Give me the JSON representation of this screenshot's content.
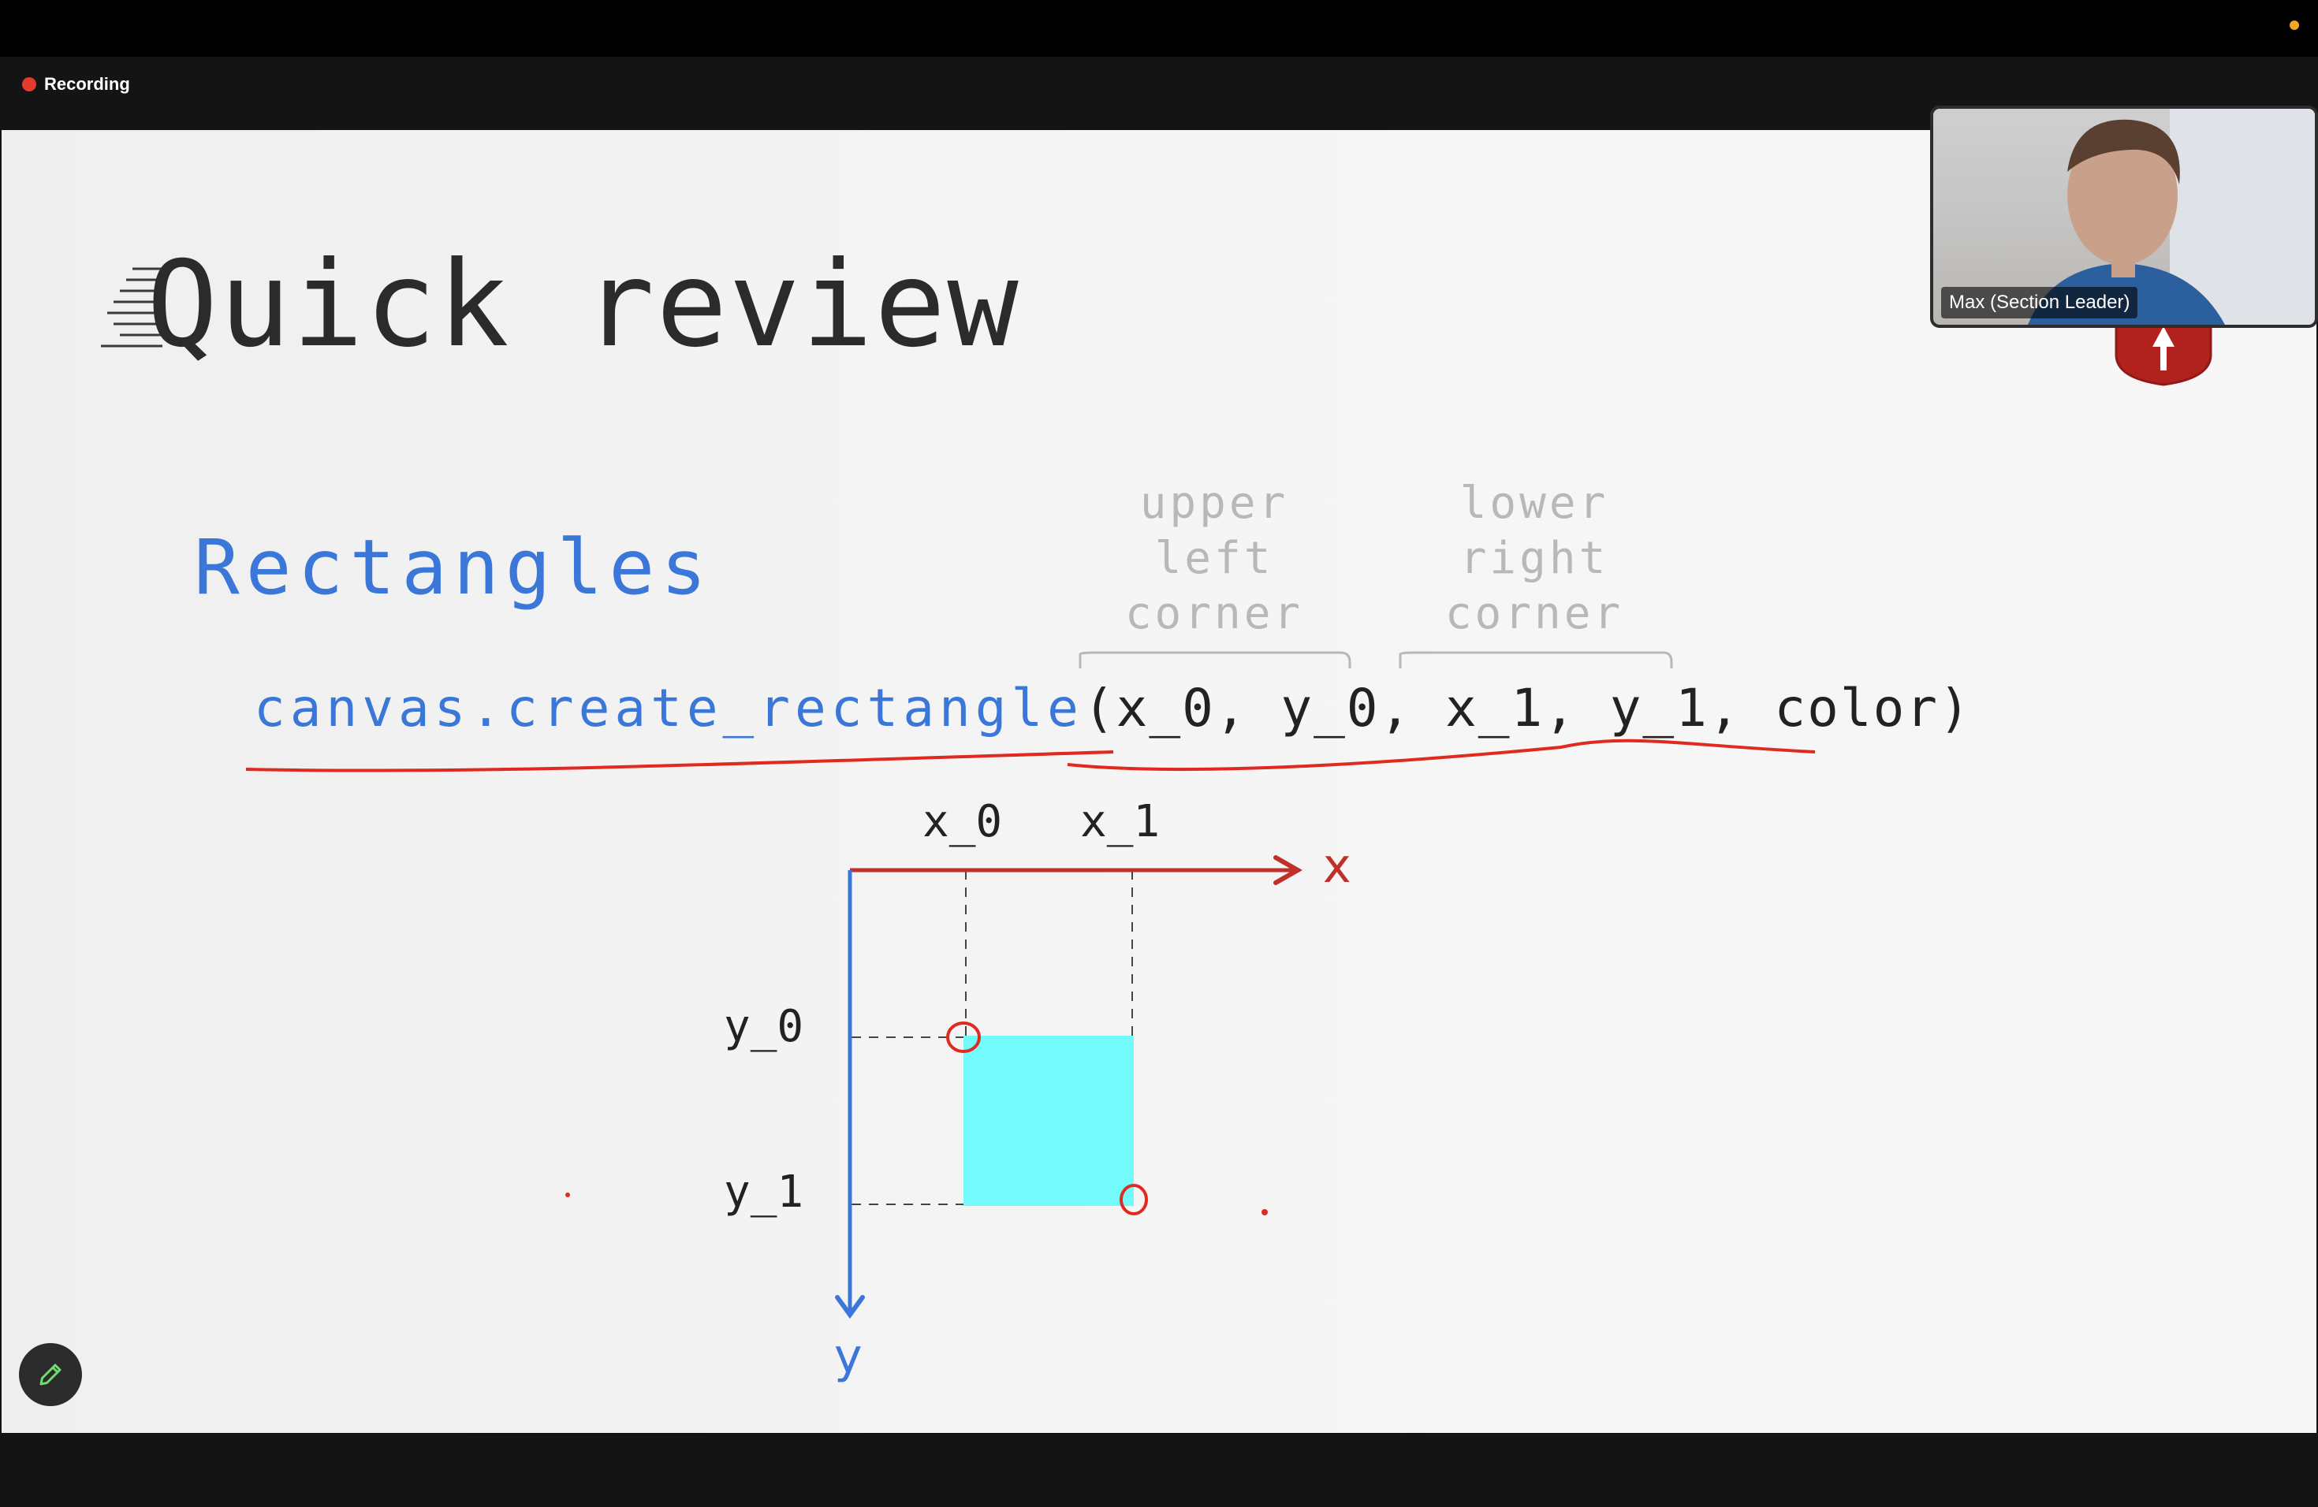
{
  "window": {
    "indicator_color": "#f5a623"
  },
  "recording": {
    "label": "Recording",
    "dot_color": "#e23b2f"
  },
  "slide": {
    "title": "Quick review",
    "subtitle": "Rectangles",
    "code": {
      "function": "canvas.create_rectangle",
      "args": "(x_0, y_0, x_1, y_1, color)"
    },
    "annotations": {
      "upper_left": [
        "upper",
        "left",
        "corner"
      ],
      "lower_right": [
        "lower",
        "right",
        "corner"
      ]
    },
    "diagram": {
      "x_axis_label": "x",
      "y_axis_label": "y",
      "x0_label": "x_0",
      "x1_label": "x_1",
      "y0_label": "y_0",
      "y1_label": "y_1",
      "rect_color": "#73fbfb",
      "x_axis_color": "#c0302a",
      "y_axis_color": "#3b77d8"
    },
    "logo": "stanford-shield-logo"
  },
  "participant": {
    "name": "Max (Section Leader)"
  },
  "colors": {
    "accent_blue": "#3b77d8",
    "ink_red": "#e02a1f"
  },
  "toolbar": {
    "annotate_icon": "pencil-icon"
  }
}
